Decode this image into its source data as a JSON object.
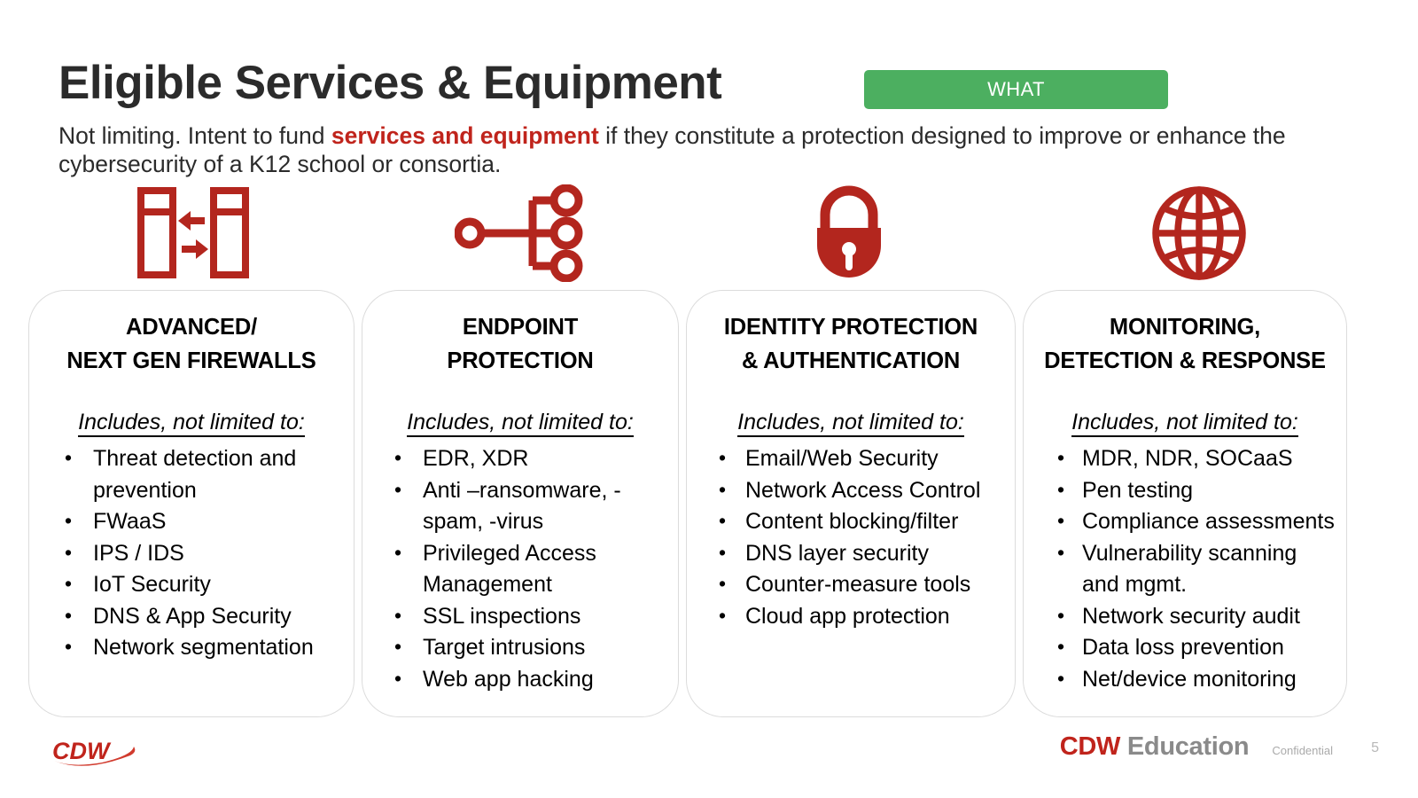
{
  "header": {
    "title": "Eligible Services & Equipment",
    "badge_label": "WHAT",
    "badge_color": "#4CAF60",
    "subtitle_part1": "Not limiting. Intent to fund ",
    "subtitle_highlight": "services and equipment",
    "subtitle_part2": " if they constitute a protection designed to improve or enhance the cybersecurity of a K12 school or consortia.",
    "highlight_color": "#C0241C"
  },
  "icon_color": "#B3261E",
  "cards": [
    {
      "icon": "firewall-servers-icon",
      "title": "ADVANCED/\nNEXT GEN FIREWALLS",
      "includes_label": "Includes, not limited to:",
      "bullets": [
        "Threat detection and prevention",
        "FWaaS",
        "IPS / IDS",
        "IoT Security",
        "DNS & App Security",
        "Network segmentation"
      ]
    },
    {
      "icon": "endpoint-network-nodes-icon",
      "title": "ENDPOINT\nPROTECTION",
      "includes_label": "Includes, not limited to:",
      "bullets": [
        "EDR, XDR",
        "Anti –ransomware, -spam, -virus",
        "Privileged Access Management",
        "SSL inspections",
        "Target intrusions",
        "Web app hacking"
      ]
    },
    {
      "icon": "padlock-icon",
      "title": "IDENTITY PROTECTION\n& AUTHENTICATION",
      "includes_label": "Includes, not limited to:",
      "bullets": [
        "Email/Web Security",
        "Network Access Control",
        "Content blocking/filter",
        "DNS layer security",
        "Counter-measure tools",
        "Cloud app protection"
      ]
    },
    {
      "icon": "globe-icon",
      "title": "MONITORING,\nDETECTION & RESPONSE",
      "includes_label": "Includes, not limited to:",
      "bullets": [
        "MDR, NDR, SOCaaS",
        "Pen testing",
        "Compliance assessments",
        "Vulnerability scanning and mgmt.",
        "Network security audit",
        "Data loss prevention",
        "Net/device monitoring"
      ]
    }
  ],
  "footer": {
    "logo_text": "CDW",
    "brand_red": "CDW",
    "brand_gray": "Education",
    "confidential": "Confidential",
    "page_number": "5"
  }
}
